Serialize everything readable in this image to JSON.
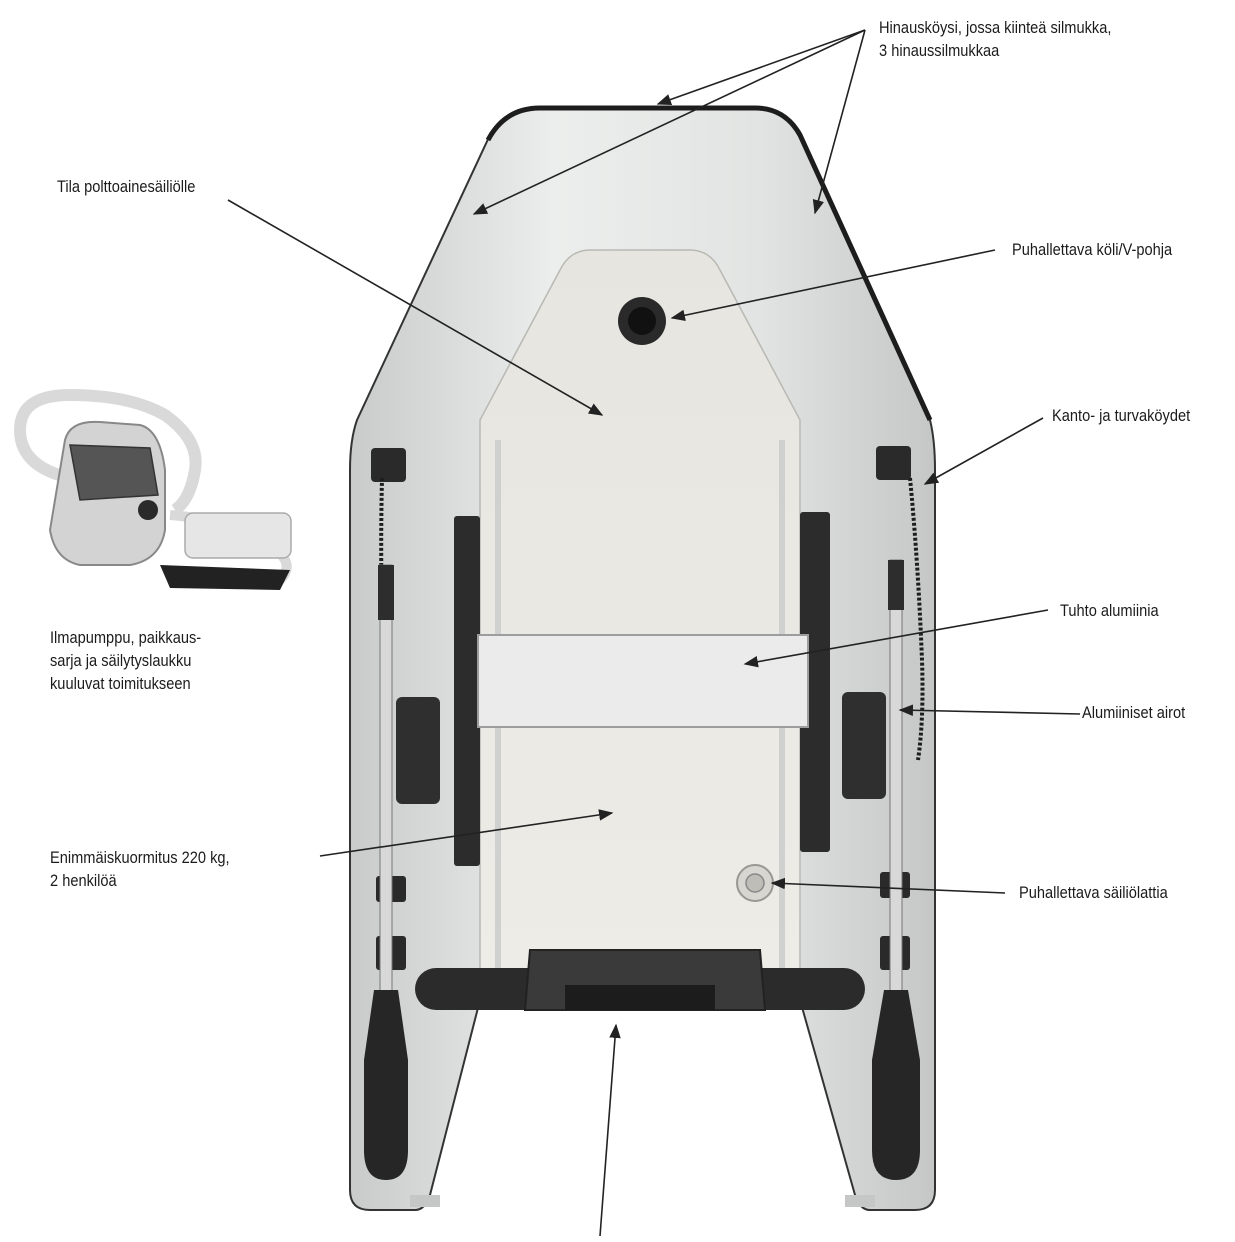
{
  "callouts": {
    "towing": [
      "Hinausköysi, jossa kiinteä silmukka,",
      "3 hinaussilmukkaa"
    ],
    "fuel": [
      "Tila polttoainesäiliölle"
    ],
    "keel": [
      "Puhallettava köli/V-pohja"
    ],
    "ropes": [
      "Kanto- ja turvaköydet"
    ],
    "pump": [
      "Ilmapumppu, paikkaus-",
      "sarja ja säilytyslaukku",
      "kuuluvat toimitukseen"
    ],
    "thwart": [
      "Tuhto alumiinia"
    ],
    "oars": [
      "Alumiiniset airot"
    ],
    "load": [
      "Enimmäiskuormitus 220 kg,",
      "2 henkilöä"
    ],
    "floor": [
      "Puhallettava säiliölattia"
    ]
  },
  "colors": {
    "tube": "#e4e6e5",
    "tube_shade": "#c9cccb",
    "floor": "#ebe9e4",
    "dark": "#2b2b2b",
    "seat": "#e9e9e9",
    "arrow": "#222222"
  }
}
